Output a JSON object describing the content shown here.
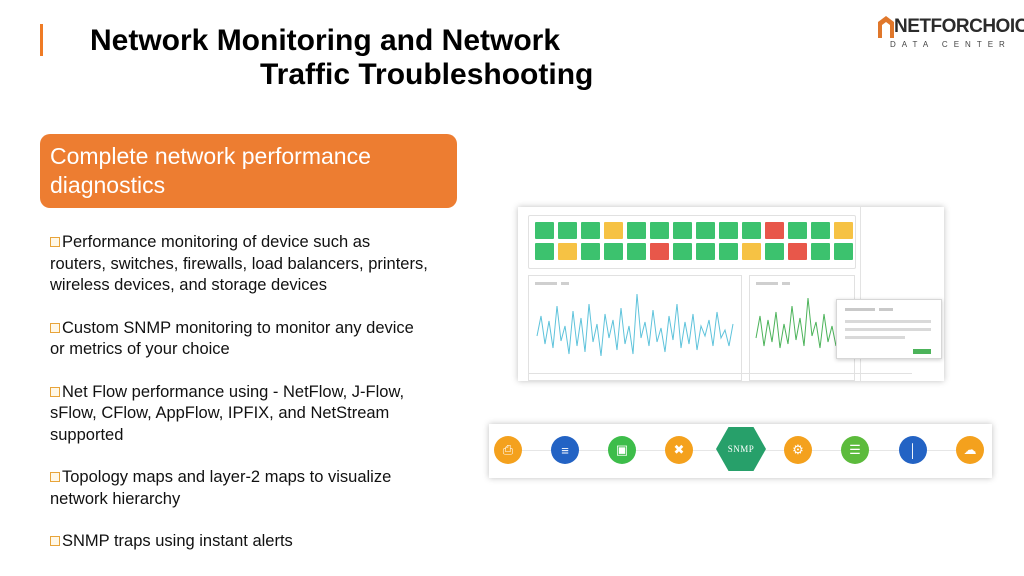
{
  "header": {
    "title_line1": "Network Monitoring and Network",
    "title_line2": "Traffic  Troubleshooting"
  },
  "logo": {
    "brand": "NETFORCHOICE",
    "sub": "DATA CENTER"
  },
  "highlight": {
    "line1": "Complete network performance",
    "line2": "diagnostics"
  },
  "bullets": [
    {
      "lines": [
        "Performance monitoring of device      such as",
        "routers, switches, firewalls, load balancers,  printers,",
        "wireless devices, and storage devices"
      ]
    },
    {
      "lines": [
        "Custom SNMP monitoring to monitor any device",
        "or metrics of your choice"
      ]
    },
    {
      "lines": [
        "Net Flow performance using - NetFlow, J-Flow,",
        "sFlow, CFlow, AppFlow, IPFIX, and NetStream",
        "supported"
      ]
    },
    {
      "lines": [
        "Topology maps and layer-2 maps to visualize",
        "network hierarchy"
      ]
    },
    {
      "lines": [
        "SNMP traps using instant alerts"
      ]
    }
  ],
  "status_grid": {
    "colors": {
      "g": "#3cc26e",
      "y": "#f6c244",
      "r": "#e8574a"
    },
    "row1": [
      "g",
      "g",
      "g",
      "y",
      "g",
      "g",
      "g",
      "g",
      "g",
      "g",
      "r",
      "g",
      "g",
      "y"
    ],
    "row2": [
      "g",
      "y",
      "g",
      "g",
      "g",
      "r",
      "g",
      "g",
      "g",
      "y",
      "g",
      "r",
      "g",
      "g"
    ]
  },
  "icon_strip": {
    "icons": [
      {
        "name": "printer-icon",
        "color": "#f4a11d"
      },
      {
        "name": "router-icon",
        "color": "#2363c4"
      },
      {
        "name": "camera-icon",
        "color": "#3dbd4a"
      },
      {
        "name": "tools-icon",
        "color": "#f4a11d"
      },
      {
        "name": "snmp-hex-icon",
        "color": "#27a06a"
      },
      {
        "name": "chip-icon",
        "color": "#f4a11d"
      },
      {
        "name": "database-icon",
        "color": "#5cbb3c"
      },
      {
        "name": "thermometer-icon",
        "color": "#2363c4"
      },
      {
        "name": "cloud-icon",
        "color": "#f4a11d"
      }
    ],
    "snmp_label": "SNMP"
  }
}
